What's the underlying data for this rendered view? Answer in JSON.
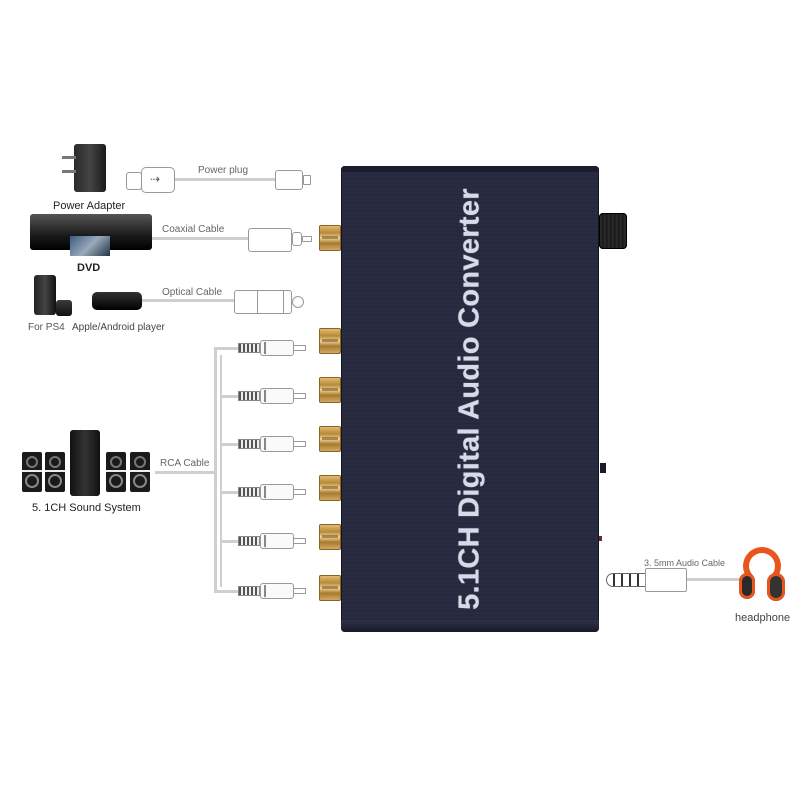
{
  "device": {
    "title": "5.1CH Digital Audio Converter",
    "body_color": "#2a2c40",
    "jack_color": "#d4a85a",
    "inputs": [
      "coaxial-input",
      "optical-input"
    ],
    "rca_outputs": 6
  },
  "sources": {
    "power_adapter": {
      "label": "Power Adapter",
      "cable_label": "Power plug"
    },
    "dvd": {
      "label": "DVD",
      "cable_label": "Coaxial Cable"
    },
    "ps4": {
      "label": "For PS4"
    },
    "media_player": {
      "label": "Apple/Android player",
      "cable_label": "Optical Cable"
    },
    "sound_system": {
      "label": "5. 1CH  Sound System",
      "cable_label": "RCA Cable"
    },
    "headphone": {
      "label": "headphone",
      "cable_label": "3. 5mm Audio Cable",
      "accent_color": "#e8561e"
    }
  }
}
